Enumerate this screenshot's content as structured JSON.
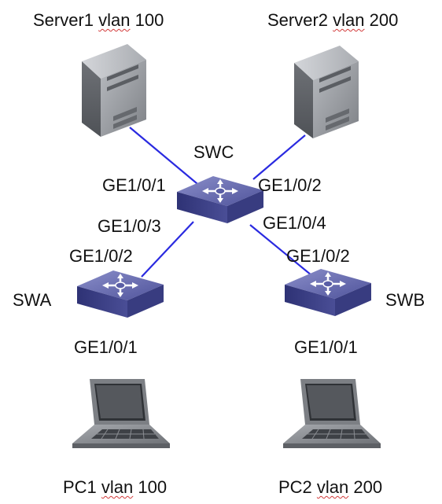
{
  "devices": {
    "server1": {
      "name": "Server1",
      "vlan_word": "vlan",
      "vlan_id": "100"
    },
    "server2": {
      "name": "Server2",
      "vlan_word": "vlan",
      "vlan_id": "200"
    },
    "swc": {
      "name": "SWC"
    },
    "swa": {
      "name": "SWA"
    },
    "swb": {
      "name": "SWB"
    },
    "pc1": {
      "name": "PC1",
      "vlan_word": "vlan",
      "vlan_id": "100"
    },
    "pc2": {
      "name": "PC2",
      "vlan_word": "vlan",
      "vlan_id": "200"
    }
  },
  "ports": {
    "swc_server1": "GE1/0/1",
    "swc_server2": "GE1/0/2",
    "swc_swa": "GE1/0/3",
    "swc_swb": "GE1/0/4",
    "swa_uplink": "GE1/0/2",
    "swb_uplink": "GE1/0/2",
    "swa_pc1": "GE1/0/1",
    "swb_pc2": "GE1/0/1"
  },
  "colors": {
    "link": "#2a2ae0",
    "switch_top": "#6f73b4",
    "switch_side": "#3b3f86",
    "device_gray": "#8f9296"
  }
}
